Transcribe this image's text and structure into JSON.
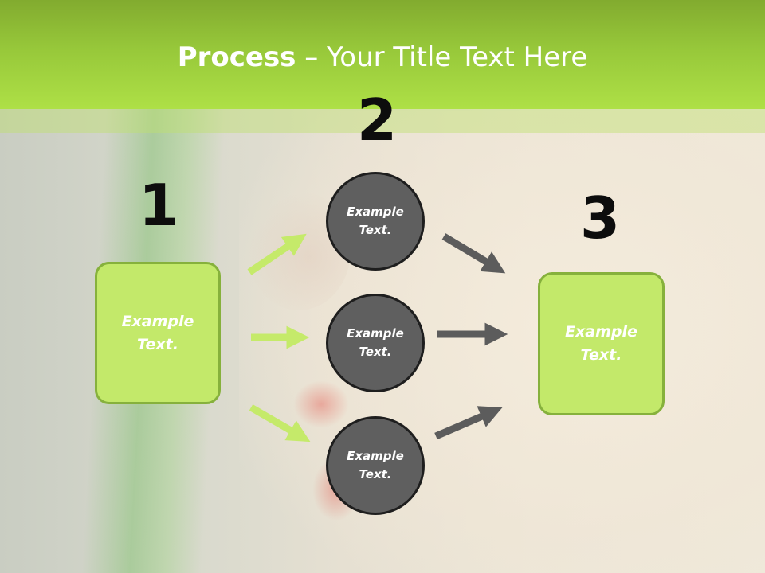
{
  "header": {
    "title_bold": "Process",
    "title_rest": " – Your Title Text Here"
  },
  "steps": {
    "one": {
      "number": "1",
      "text": "Example\nText."
    },
    "two": {
      "number": "2",
      "circles": [
        "Example\nText.",
        "Example\nText.",
        "Example\nText."
      ]
    },
    "three": {
      "number": "3",
      "text": "Example\nText."
    }
  },
  "colors": {
    "header_green": "#97c83a",
    "box_fill": "#c3e96a",
    "box_border": "#86b13c",
    "circle_fill": "#5f5f5f",
    "green_arrow": "#c5ea6a",
    "gray_arrow": "#5c5c5c"
  }
}
